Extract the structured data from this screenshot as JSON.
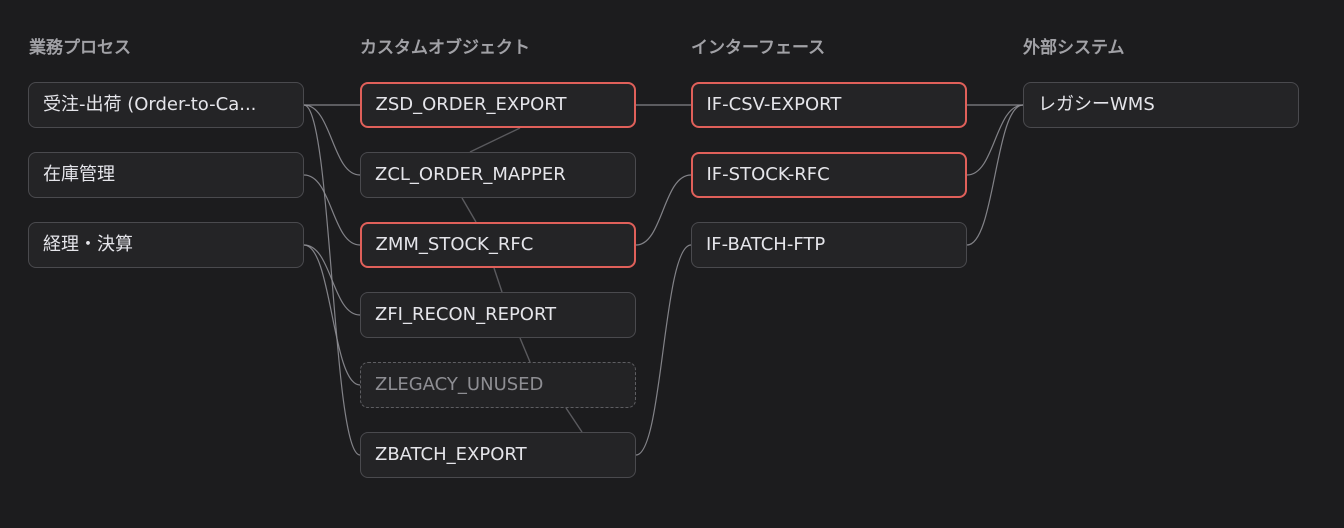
{
  "columns": [
    {
      "header": "業務プロセス"
    },
    {
      "header": "カスタムオブジェクト"
    },
    {
      "header": "インターフェース"
    },
    {
      "header": "外部システム"
    }
  ],
  "processes": [
    {
      "label": "受注-出荷 (Order-to-Ca..."
    },
    {
      "label": "在庫管理"
    },
    {
      "label": "経理・決算"
    }
  ],
  "objects": [
    {
      "label": "ZSD_ORDER_EXPORT",
      "status": "flagged"
    },
    {
      "label": "ZCL_ORDER_MAPPER",
      "status": "normal"
    },
    {
      "label": "ZMM_STOCK_RFC",
      "status": "flagged"
    },
    {
      "label": "ZFI_RECON_REPORT",
      "status": "normal"
    },
    {
      "label": "ZLEGACY_UNUSED",
      "status": "unused"
    },
    {
      "label": "ZBATCH_EXPORT",
      "status": "normal"
    }
  ],
  "interfaces": [
    {
      "label": "IF-CSV-EXPORT",
      "status": "flagged"
    },
    {
      "label": "IF-STOCK-RFC",
      "status": "flagged"
    },
    {
      "label": "IF-BATCH-FTP",
      "status": "normal"
    }
  ],
  "systems": [
    {
      "label": "レガシーWMS"
    }
  ],
  "colors": {
    "background": "#1c1c1e",
    "node_fill": "#242426",
    "node_border": "#4a4a4e",
    "flagged_border": "#e0605a",
    "link": "#8e8e93"
  }
}
